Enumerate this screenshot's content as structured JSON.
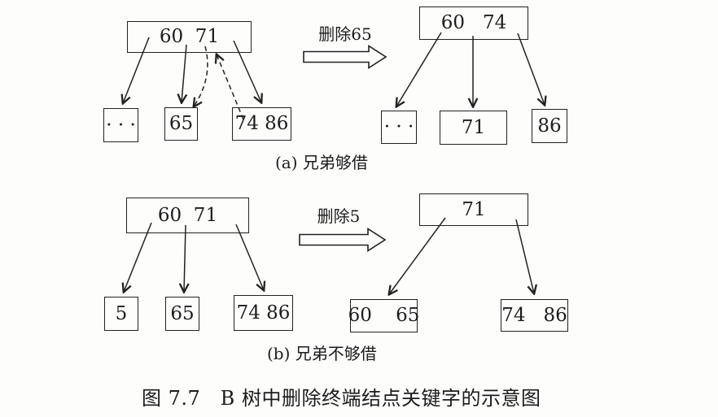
{
  "palette": {
    "ink": "#222222",
    "paper": "#fdfdfc"
  },
  "figure_caption": "图 7.7   B 树中删除终端结点关键字的示意图",
  "section_a": {
    "caption": "(a) 兄弟够借",
    "operation_label": "删除65",
    "before": {
      "root": "60  71",
      "children": [
        "· · ·",
        "65",
        "74 86"
      ]
    },
    "after": {
      "root": "60   74",
      "children": [
        "· · ·",
        "71",
        "86"
      ]
    }
  },
  "section_b": {
    "caption": "(b) 兄弟不够借",
    "operation_label": "删除5",
    "before": {
      "root": "60  71",
      "children": [
        "5",
        "65",
        "74 86"
      ]
    },
    "after": {
      "root": "71",
      "children": [
        "60    65",
        "74   86"
      ]
    }
  }
}
